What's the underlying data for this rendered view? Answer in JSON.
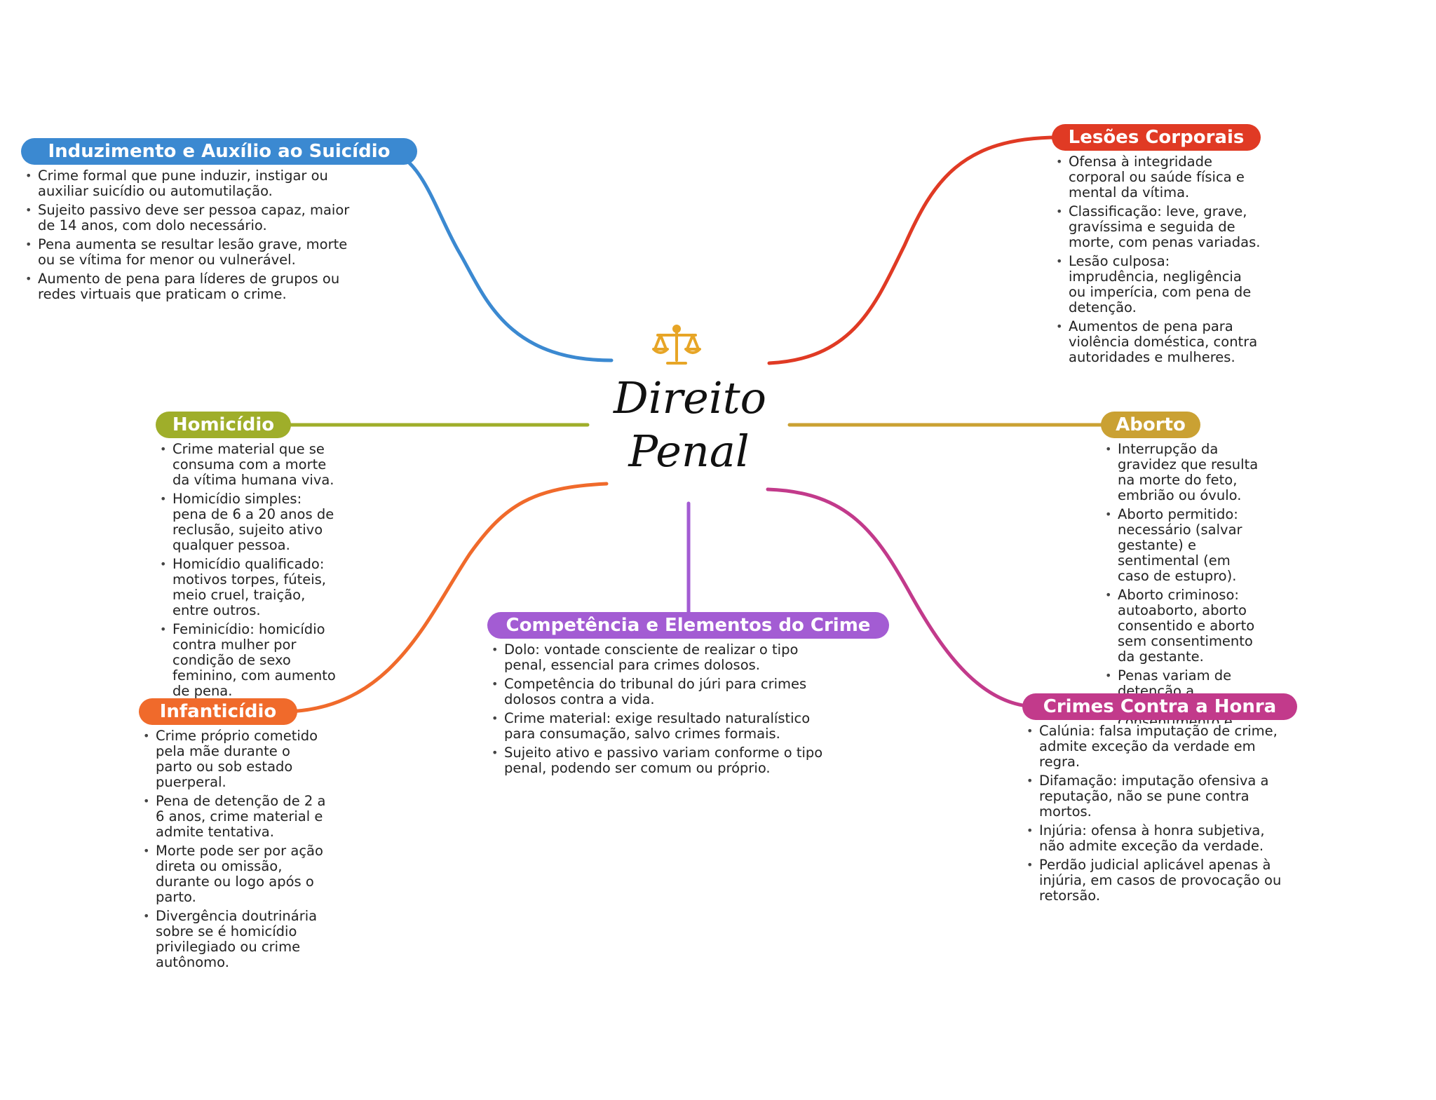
{
  "center": {
    "line1": "Direito",
    "line2": "Penal",
    "icon": "balance-scale-icon"
  },
  "colors": {
    "induzimento": "#3b89d1",
    "lesoes": "#e03a24",
    "homicidio": "#9fae2a",
    "aborto": "#caa133",
    "competencia": "#a35cd3",
    "infanticidio": "#f06a2b",
    "honra": "#c23a8b",
    "icon_gold": "#e7a526"
  },
  "branches": {
    "induzimento": {
      "title": "Induzimento e Auxílio ao Suicídio",
      "items": [
        "Crime formal que pune induzir, instigar ou auxiliar suicídio ou automutilação.",
        "Sujeito passivo deve ser pessoa capaz, maior de 14 anos, com dolo necessário.",
        "Pena aumenta se resultar lesão grave, morte ou se vítima for menor ou vulnerável.",
        "Aumento de pena para líderes de grupos ou redes virtuais que praticam o crime."
      ]
    },
    "lesoes": {
      "title": "Lesões Corporais",
      "items": [
        "Ofensa à integridade corporal ou saúde física e mental da vítima.",
        "Classificação: leve, grave, gravíssima e seguida de morte, com penas variadas.",
        "Lesão culposa: imprudência, negligência ou imperícia, com pena de detenção.",
        "Aumentos de pena para violência doméstica, contra autoridades e mulheres."
      ]
    },
    "homicidio": {
      "title": "Homicídio",
      "items": [
        "Crime material que se consuma com a morte da vítima humana viva.",
        "Homicídio simples: pena de 6 a 20 anos de reclusão, sujeito ativo qualquer pessoa.",
        "Homicídio qualificado: motivos torpes, fúteis, meio cruel, traição, entre outros.",
        "Feminicídio: homicídio contra mulher por condição de sexo feminino, com aumento de pena."
      ]
    },
    "aborto": {
      "title": "Aborto",
      "items": [
        "Interrupção da gravidez que resulta na morte do feto, embrião ou óvulo.",
        "Aborto permitido: necessário (salvar gestante) e sentimental (em caso de estupro).",
        "Aborto criminoso: autoaborto, aborto consentido e aborto sem consentimento da gestante.",
        "Penas variam de detenção a reclusão, conforme consentimento e resultado do aborto."
      ]
    },
    "competencia": {
      "title": "Competência e Elementos do Crime",
      "items": [
        "Dolo: vontade consciente de realizar o tipo penal, essencial para crimes dolosos.",
        "Competência do tribunal do júri para crimes dolosos contra a vida.",
        "Crime material: exige resultado naturalístico para consumação, salvo crimes formais.",
        "Sujeito ativo e passivo variam conforme o tipo penal, podendo ser comum ou próprio."
      ]
    },
    "infanticidio": {
      "title": "Infanticídio",
      "items": [
        "Crime próprio cometido pela mãe durante o parto ou sob estado puerperal.",
        "Pena de detenção de 2 a 6 anos, crime material e admite tentativa.",
        "Morte pode ser por ação direta ou omissão, durante ou logo após o parto.",
        "Divergência doutrinária sobre se é homicídio privilegiado ou crime autônomo."
      ]
    },
    "honra": {
      "title": "Crimes Contra a Honra",
      "items": [
        "Calúnia: falsa imputação de crime, admite exceção da verdade em regra.",
        "Difamação: imputação ofensiva a reputação, não se pune contra mortos.",
        "Injúria: ofensa à honra subjetiva, não admite exceção da verdade.",
        "Perdão judicial aplicável apenas à injúria, em casos de provocação ou retorsão."
      ]
    }
  }
}
